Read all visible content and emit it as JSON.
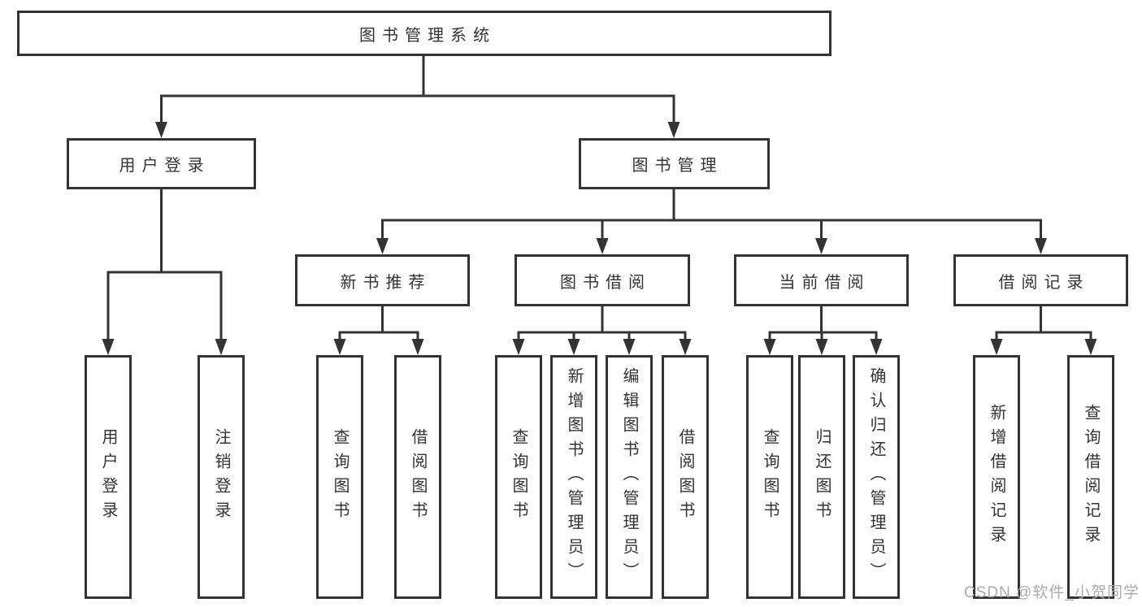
{
  "diagram": {
    "root": {
      "label": "图书管理系统"
    },
    "modules": [
      {
        "label": "用户登录",
        "children": [
          {
            "label": "用户登录"
          },
          {
            "label": "注销登录"
          }
        ]
      },
      {
        "label": "图书管理",
        "children": [
          {
            "label": "新书推荐",
            "children": [
              {
                "label": "查询图书"
              },
              {
                "label": "借阅图书"
              }
            ]
          },
          {
            "label": "图书借阅",
            "children": [
              {
                "label": "查询图书"
              },
              {
                "label": "新增图书（管理员）"
              },
              {
                "label": "编辑图书（管理员）"
              },
              {
                "label": "借阅图书"
              }
            ]
          },
          {
            "label": "当前借阅",
            "children": [
              {
                "label": "查询图书"
              },
              {
                "label": "归还图书"
              },
              {
                "label": "确认归还（管理员）"
              }
            ]
          },
          {
            "label": "借阅记录",
            "children": [
              {
                "label": "新增借阅记录"
              },
              {
                "label": "查询借阅记录"
              }
            ]
          }
        ]
      }
    ]
  },
  "watermark": {
    "text": "CSDN @软件_小贺同学"
  },
  "colors": {
    "line": "#333333",
    "text": "#333333",
    "box_background": "#ffffff",
    "watermark": "#ababab",
    "background": "#ffffff"
  }
}
